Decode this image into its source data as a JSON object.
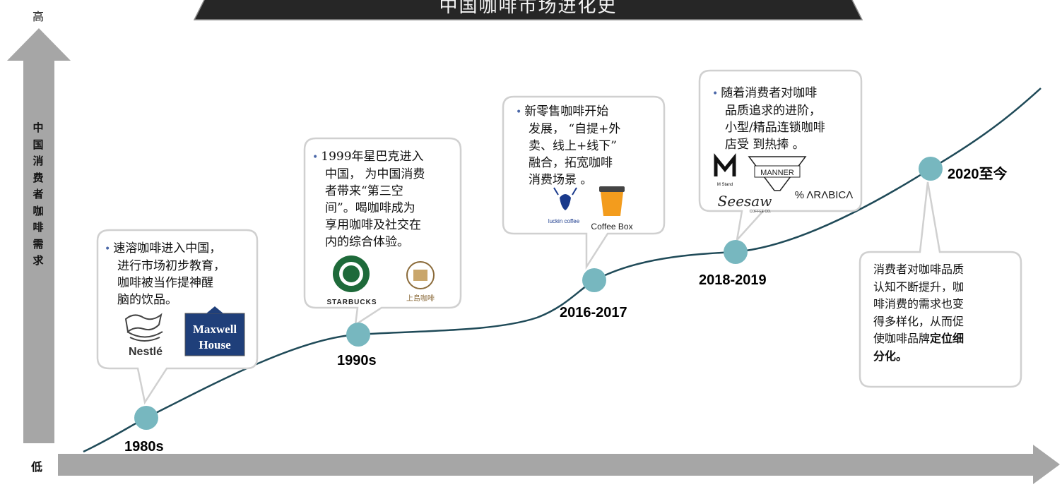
{
  "title": "中国咖啡市场进化史",
  "axis": {
    "y_high": "高",
    "y_low": "低",
    "y_title": [
      "中",
      "国",
      "消",
      "费",
      "者",
      "咖",
      "啡",
      "需",
      "求"
    ]
  },
  "stages": [
    {
      "era": "1980s",
      "text": "速溶咖啡进入中国，进行市场初步教育，咖啡被当作提神醒脑的饮品。",
      "lines": [
        "速溶咖啡进入中国，",
        "进行市场初步教育，",
        "咖啡被当作提神醒",
        "脑的饮品。"
      ],
      "logos": [
        "Nestlé",
        "Maxwell House"
      ]
    },
    {
      "era": "1990s",
      "lines": [
        "1999年星巴克进入",
        "中国，  为中国消费",
        "者带来“第三空",
        "间”。喝咖啡成为",
        "享用咖啡及社交在",
        "内的综合体验。"
      ],
      "logos": [
        "STARBUCKS",
        "上島咖啡"
      ]
    },
    {
      "era": "2016-2017",
      "lines": [
        "新零售咖啡开始",
        "发展，  “自提+外",
        "卖、线上+线下”",
        "融合，拓宽咖啡",
        "消费场景 。"
      ],
      "logos": [
        "luckin coffee",
        "Coffee Box"
      ]
    },
    {
      "era": "2018-2019",
      "lines": [
        "随着消费者对咖啡",
        "品质追求的进阶，",
        "小型/精品连锁咖啡",
        "店受 到热捧  。"
      ],
      "logos": [
        "M Stand",
        "MANNER",
        "Seesaw",
        "% ΛRΛBICΛ"
      ]
    },
    {
      "era": "2020至今",
      "lines": [
        "消费者对咖啡品质",
        "认知不断提升，咖",
        "啡消费的需求也变",
        "得多样化，从而促",
        "使咖啡品牌"
      ],
      "bold_tail": [
        "定位细",
        "分化。"
      ]
    }
  ],
  "logo_sub": {
    "mstand": "M Stand",
    "seesaw_sub": "COFFEE CO."
  },
  "colors": {
    "node": "#77b7bf",
    "curve": "#1f4a58",
    "arrow": "#a6a6a6",
    "banner": "#262626",
    "bubble_border": "#d0d0d0"
  }
}
